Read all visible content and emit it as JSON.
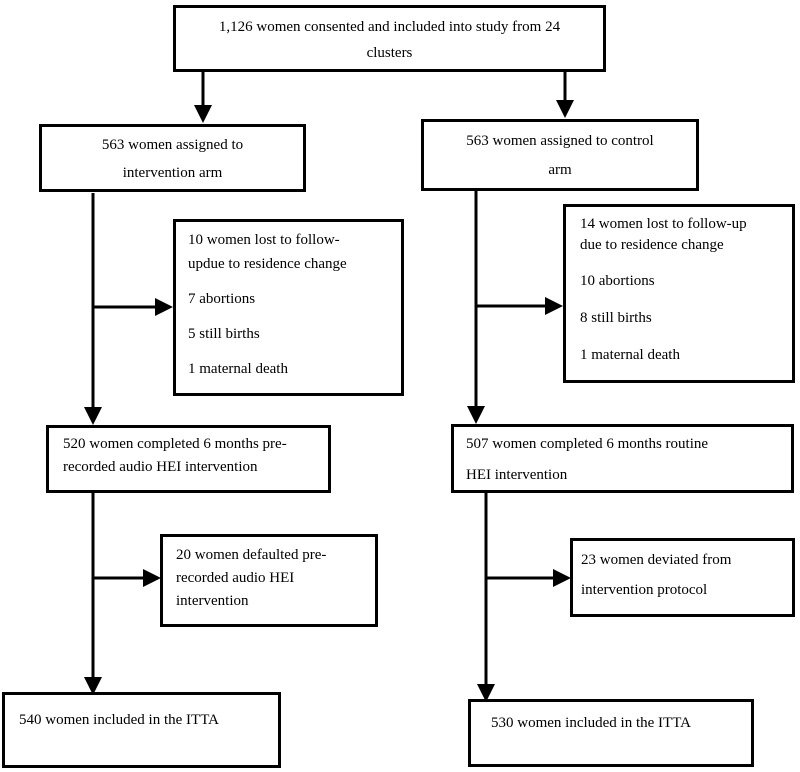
{
  "top_box": {
    "line1": "1,126 women consented and included into study from 24",
    "line2": "clusters"
  },
  "intervention_arm": {
    "assigned": {
      "line1": "563 women assigned to",
      "line2": "intervention arm"
    },
    "exclusions": {
      "line1": "10 women lost to follow-",
      "line2": "updue to residence change",
      "item2": "7 abortions",
      "item3": "5 still births",
      "item4": "1 maternal death"
    },
    "completed": {
      "line1": "520 women completed 6 months pre-",
      "line2": "recorded audio HEI intervention"
    },
    "defaulted": {
      "line1": "20 women defaulted pre-",
      "line2": "recorded audio HEI",
      "line3": "intervention"
    },
    "itta": "540 women included in the ITTA"
  },
  "control_arm": {
    "assigned": {
      "line1": "563 women assigned to control",
      "line2": "arm"
    },
    "exclusions": {
      "line1": "14 women lost to follow-up",
      "line2": "due to residence change",
      "item2": "10 abortions",
      "item3": "8 still births",
      "item4": "1 maternal death"
    },
    "completed": {
      "line1": "507 women completed 6 months routine",
      "line2": "HEI intervention"
    },
    "deviated": {
      "line1": "23 women deviated from",
      "line2": "intervention protocol"
    },
    "itta": "530 women included in the ITTA"
  }
}
